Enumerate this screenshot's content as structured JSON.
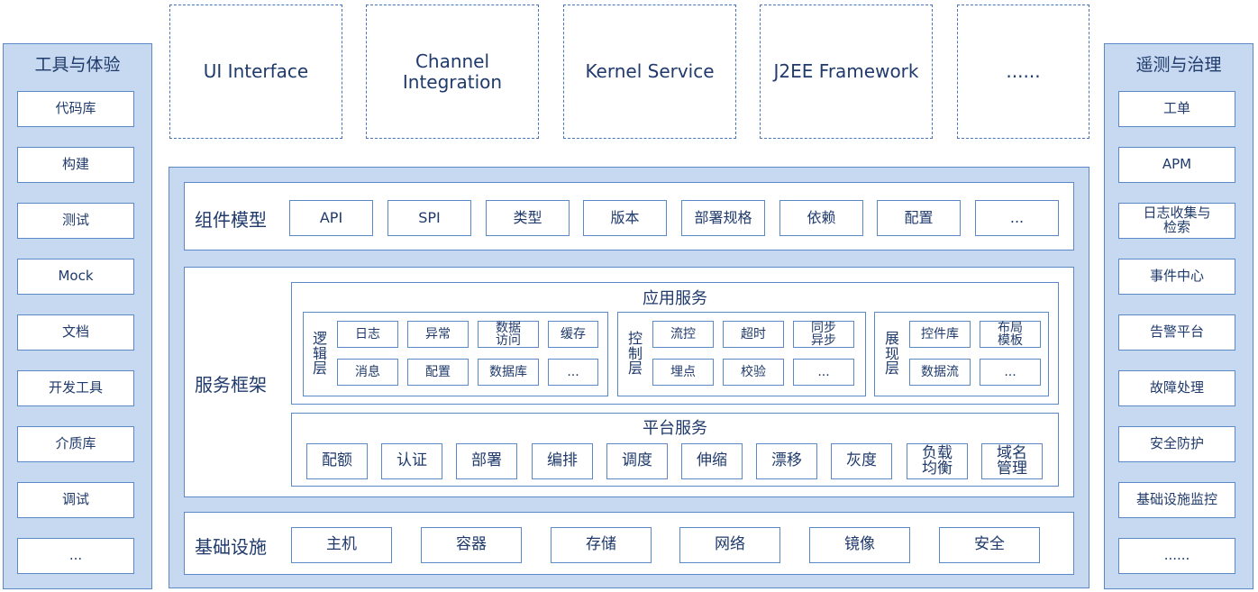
{
  "left_sidebar": {
    "title": "工具与体验",
    "items": [
      "代码库",
      "构建",
      "测试",
      "Mock",
      "文档",
      "开发工具",
      "介质库",
      "调试",
      "..."
    ]
  },
  "right_sidebar": {
    "title": "遥测与治理",
    "items": [
      "工单",
      "APM",
      "日志收集与\n检索",
      "事件中心",
      "告警平台",
      "故障处理",
      "安全防护",
      "基础设施监控",
      "......"
    ]
  },
  "top_boxes": [
    "UI Interface",
    "Channel\nIntegration",
    "Kernel Service",
    "J2EE Framework",
    "......"
  ],
  "component_model": {
    "label": "组件模型",
    "items": [
      "API",
      "SPI",
      "类型",
      "版本",
      "部署规格",
      "依赖",
      "配置",
      "..."
    ]
  },
  "service_framework": {
    "label": "服务框架",
    "app_services": {
      "title": "应用服务",
      "logic_layer": {
        "label": "逻\n辑\n层",
        "items": [
          "日志",
          "异常",
          "数据\n访问",
          "缓存",
          "消息",
          "配置",
          "数据库",
          "..."
        ]
      },
      "control_layer": {
        "label": "控\n制\n层",
        "items": [
          "流控",
          "超时",
          "同步\n异步",
          "埋点",
          "校验",
          "..."
        ]
      },
      "presentation_layer": {
        "label": "展\n现\n层",
        "items": [
          "控件库",
          "布局\n模板",
          "数据流",
          "..."
        ]
      }
    },
    "platform_services": {
      "title": "平台服务",
      "items": [
        "配额",
        "认证",
        "部署",
        "编排",
        "调度",
        "伸缩",
        "漂移",
        "灰度",
        "负载\n均衡",
        "域名\n管理"
      ]
    }
  },
  "infrastructure": {
    "label": "基础设施",
    "items": [
      "主机",
      "容器",
      "存储",
      "网络",
      "镜像",
      "安全"
    ]
  },
  "colors": {
    "fill": "#c6d9f1",
    "border": "#5b88c6",
    "text": "#1f3a6b"
  }
}
